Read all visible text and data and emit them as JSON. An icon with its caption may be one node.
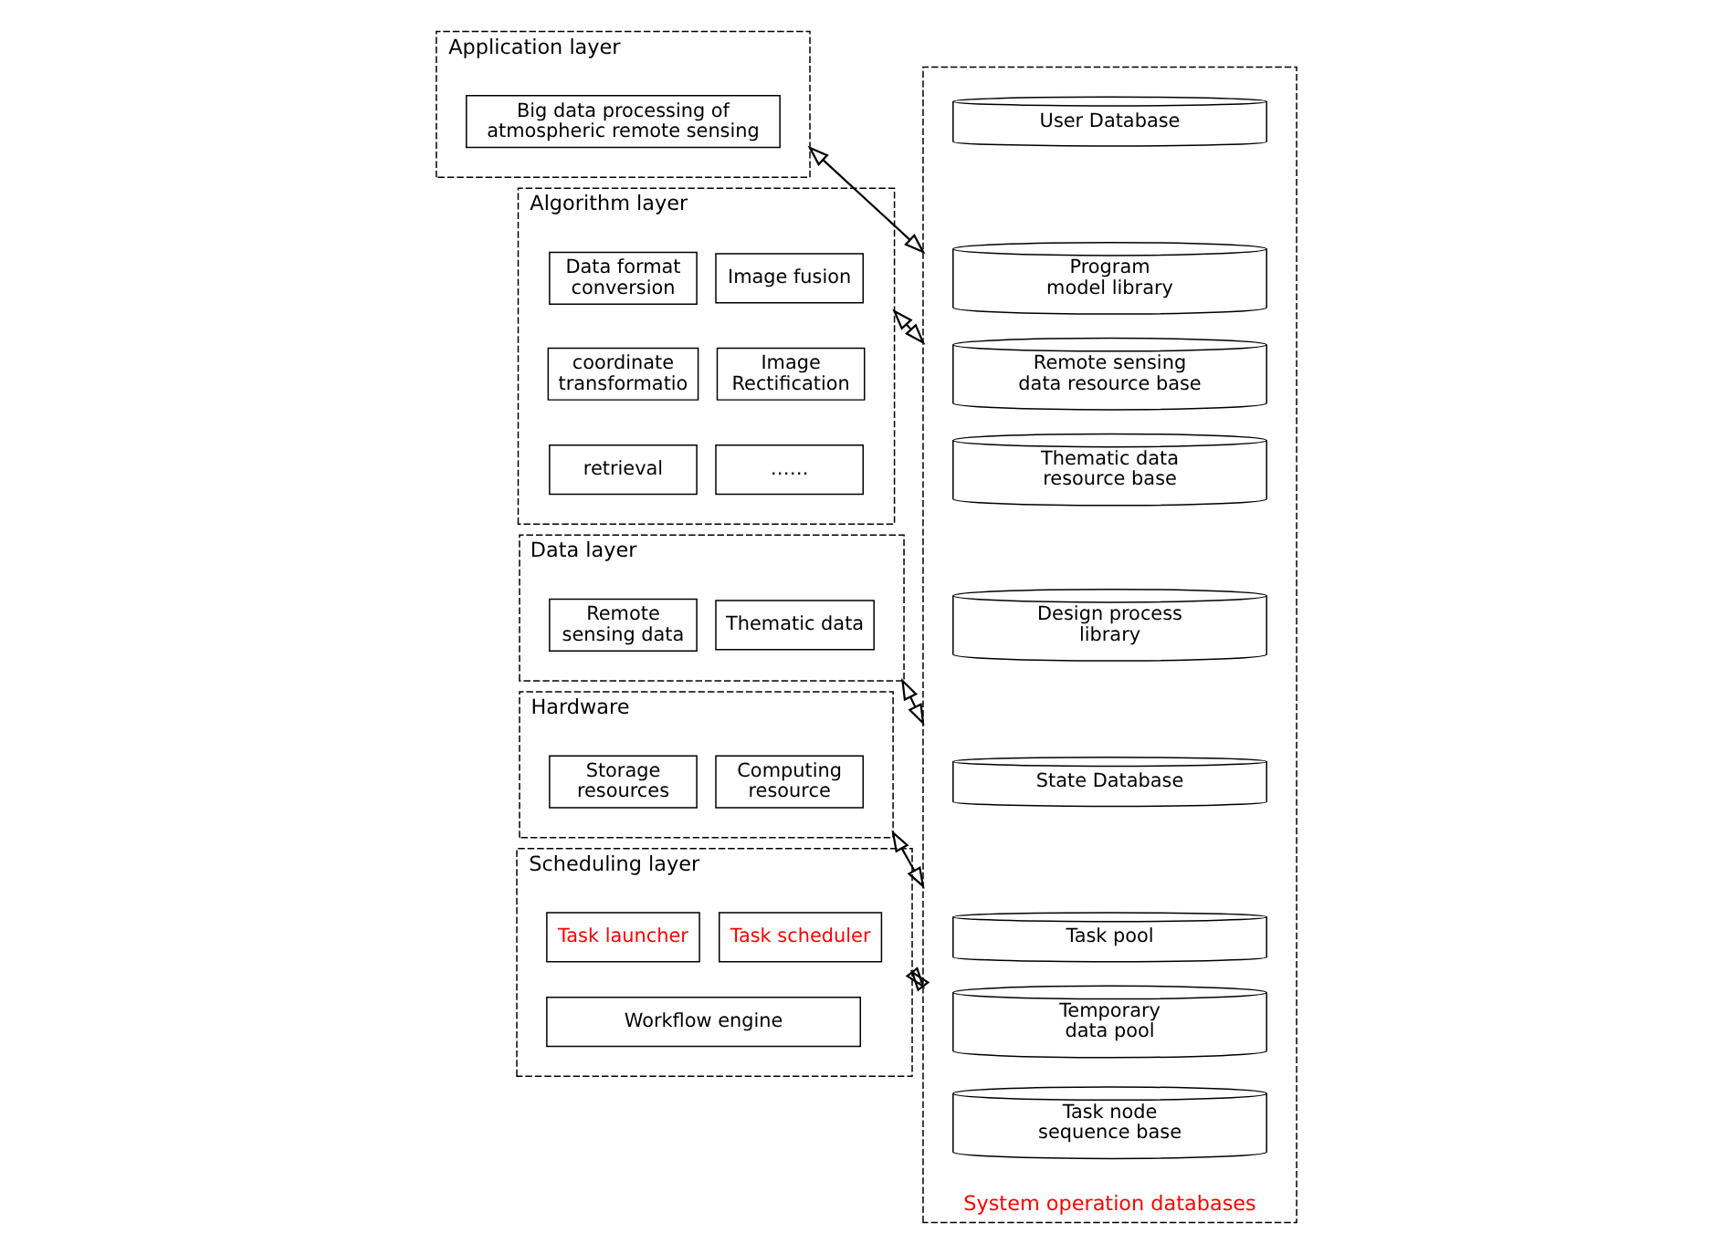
{
  "diagram": {
    "nodes": [
      {
        "text": [
          "Application layer"
        ]
      },
      {
        "text": [
          "Big data processing of atmospheric remote sensing"
        ],
        "in": 0
      },
      {
        "text": [
          "Algorithm layer"
        ]
      },
      {
        "text": [
          "Data format conversion"
        ],
        "in": 2
      },
      {
        "text": [
          "Image fusion"
        ],
        "in": 2
      },
      {
        "text": [
          "coordinate transformatio"
        ],
        "in": 2
      },
      {
        "text": [
          "Image Rectification"
        ],
        "in": 2
      },
      {
        "text": [
          "retrieval"
        ],
        "in": 2
      },
      {
        "text": [
          "……"
        ],
        "in": 2
      },
      {
        "text": [
          "Data layer"
        ]
      },
      {
        "text": [
          "Remote sensing data"
        ],
        "in": 9
      },
      {
        "text": [
          "Thematic data"
        ],
        "in": 9
      },
      {
        "text": [
          "Hardware"
        ]
      },
      {
        "text": [
          "Storage resources"
        ],
        "in": 12
      },
      {
        "text": [
          "Computing resource"
        ],
        "in": 12
      },
      {
        "text": [
          "Scheduling layer"
        ]
      },
      {
        "text": [
          "Task launcher"
        ],
        "in": 15
      },
      {
        "text": [
          "Task scheduler"
        ],
        "in": 15
      },
      {
        "text": [
          "Workflow engine"
        ],
        "in": 15
      },
      {
        "text": [
          "System operation databases"
        ]
      },
      {
        "text": [
          "User Database"
        ],
        "in": 19
      },
      {
        "text": [
          "Program model library"
        ],
        "in": 19
      },
      {
        "text": [
          "Remote sensing data resource base"
        ],
        "in": 19
      },
      {
        "text": [
          "Thematic data resource base"
        ],
        "in": 19
      },
      {
        "text": [
          "Design process library"
        ],
        "in": 19
      },
      {
        "text": [
          "State Database"
        ],
        "in": 19
      },
      {
        "text": [
          "Task pool"
        ],
        "in": 19
      },
      {
        "text": [
          "Temporary data pool"
        ],
        "in": 19
      },
      {
        "text": [
          "Task node sequence base"
        ],
        "in": 19
      }
    ],
    "edges": [
      {
        "from": 0,
        "to": 19,
        "arrow": "both"
      },
      {
        "from": 2,
        "to": 19,
        "arrow": "both"
      },
      {
        "from": 9,
        "to": 19,
        "arrow": "both"
      },
      {
        "from": 12,
        "to": 19,
        "arrow": "both"
      },
      {
        "from": 15,
        "to": 19,
        "arrow": "both"
      }
    ]
  }
}
